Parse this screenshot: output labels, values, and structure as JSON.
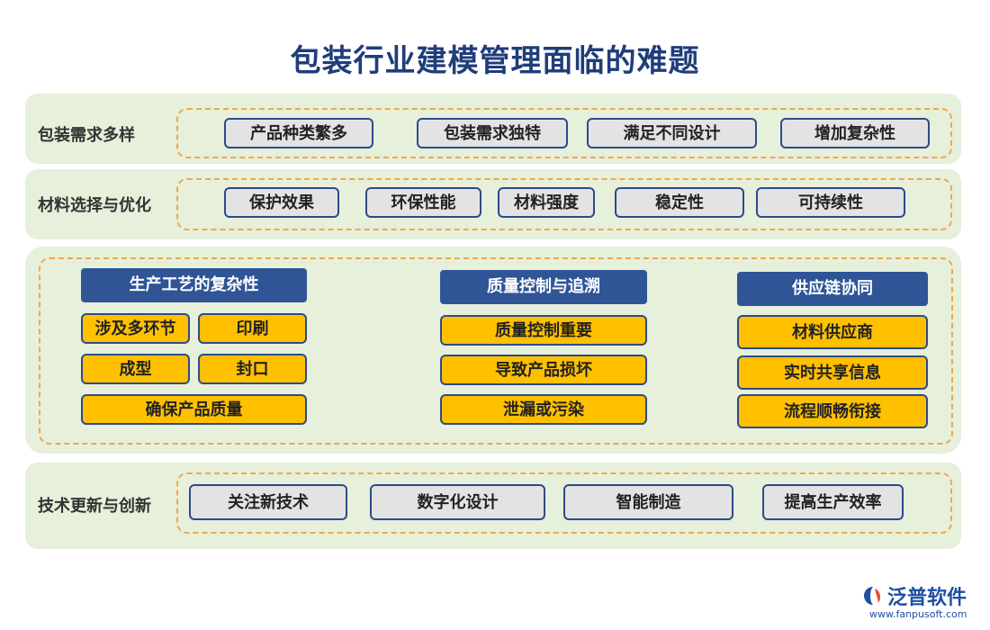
{
  "title": "包装行业建模管理面临的难题",
  "sections": {
    "demand": {
      "label": "包装需求多样",
      "items": [
        "产品种类繁多",
        "包装需求独特",
        "满足不同设计",
        "增加复杂性"
      ]
    },
    "material": {
      "label": "材料选择与优化",
      "items": [
        "保护效果",
        "环保性能",
        "材料强度",
        "稳定性",
        "可持续性"
      ]
    },
    "middle": {
      "process": {
        "header": "生产工艺的复杂性",
        "items": [
          "涉及多环节",
          "印刷",
          "成型",
          "封口",
          "确保产品质量"
        ]
      },
      "quality": {
        "header": "质量控制与追溯",
        "items": [
          "质量控制重要",
          "导致产品损坏",
          "泄漏或污染"
        ]
      },
      "supply": {
        "header": "供应链协同",
        "items": [
          "材料供应商",
          "实时共享信息",
          "流程顺畅衔接"
        ]
      }
    },
    "tech": {
      "label": "技术更新与创新",
      "items": [
        "关注新技术",
        "数字化设计",
        "智能制造",
        "提高生产效率"
      ]
    }
  },
  "logo": {
    "text": "泛普软件",
    "url": "www.fanpusoft.com",
    "icon": "fanpu-logo-icon"
  },
  "colors": {
    "title": "#1f3d7a",
    "band": "#e6f0da",
    "dashed": "#f4a64a",
    "header": "#2f5597",
    "yellow": "#ffc000",
    "gray_chip": "#e3e3e3"
  }
}
